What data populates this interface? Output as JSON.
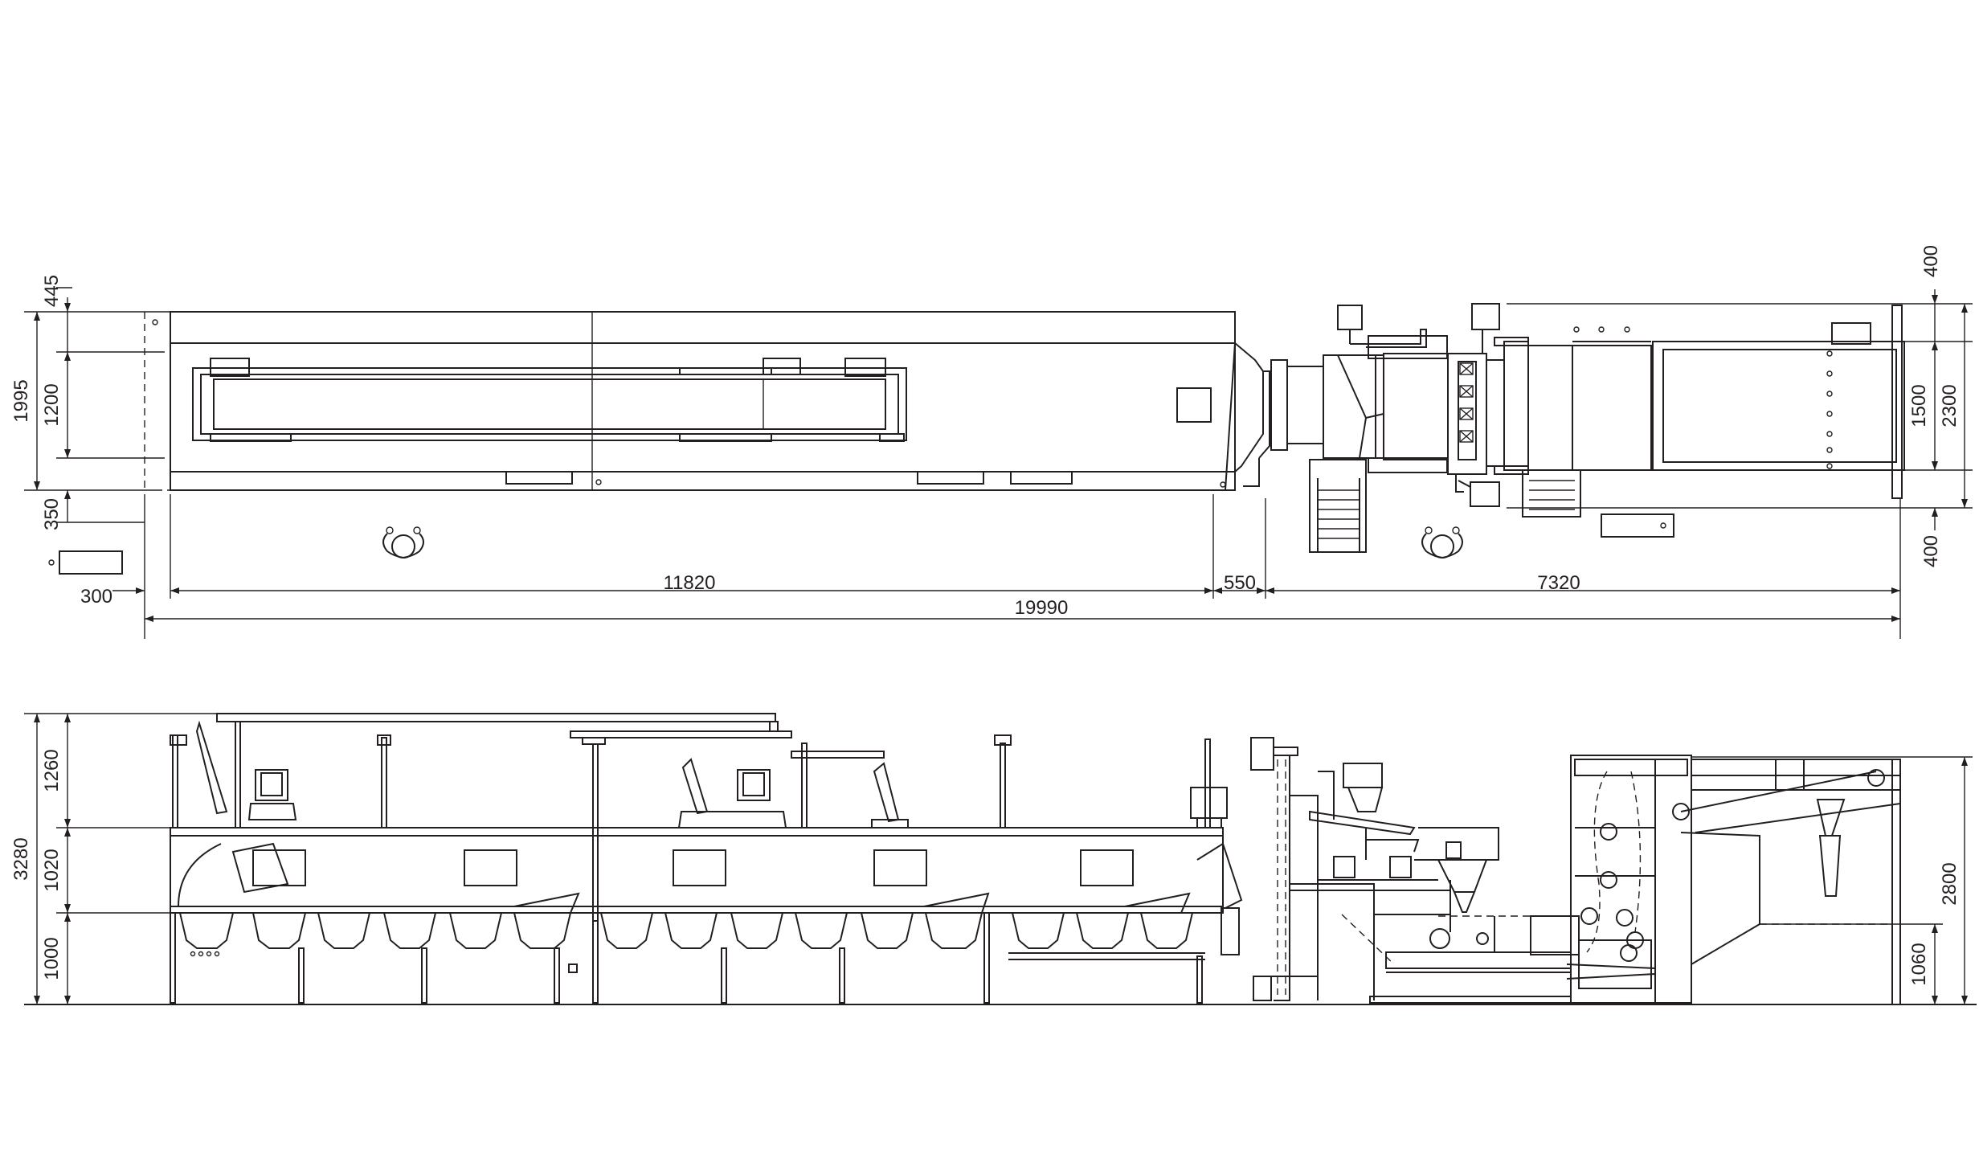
{
  "drawing": {
    "plan_view": {
      "dimensions": {
        "overall_length": "19990",
        "sorting_line_length": "11820",
        "gap": "550",
        "feeder_length": "7320",
        "left_offset": "300",
        "total_width_left": "1995",
        "top_margin": "445",
        "belt_width": "1200",
        "bottom_margin": "350",
        "top_right": "400",
        "conveyor_width": "1500",
        "total_width_right": "2300",
        "bottom_right": "400"
      }
    },
    "elevation_view": {
      "dimensions": {
        "total_height": "3280",
        "upper_frame": "1260",
        "middle_section": "1020",
        "bin_height": "1000",
        "feeder_height": "2800",
        "feeder_base": "1060"
      }
    }
  }
}
